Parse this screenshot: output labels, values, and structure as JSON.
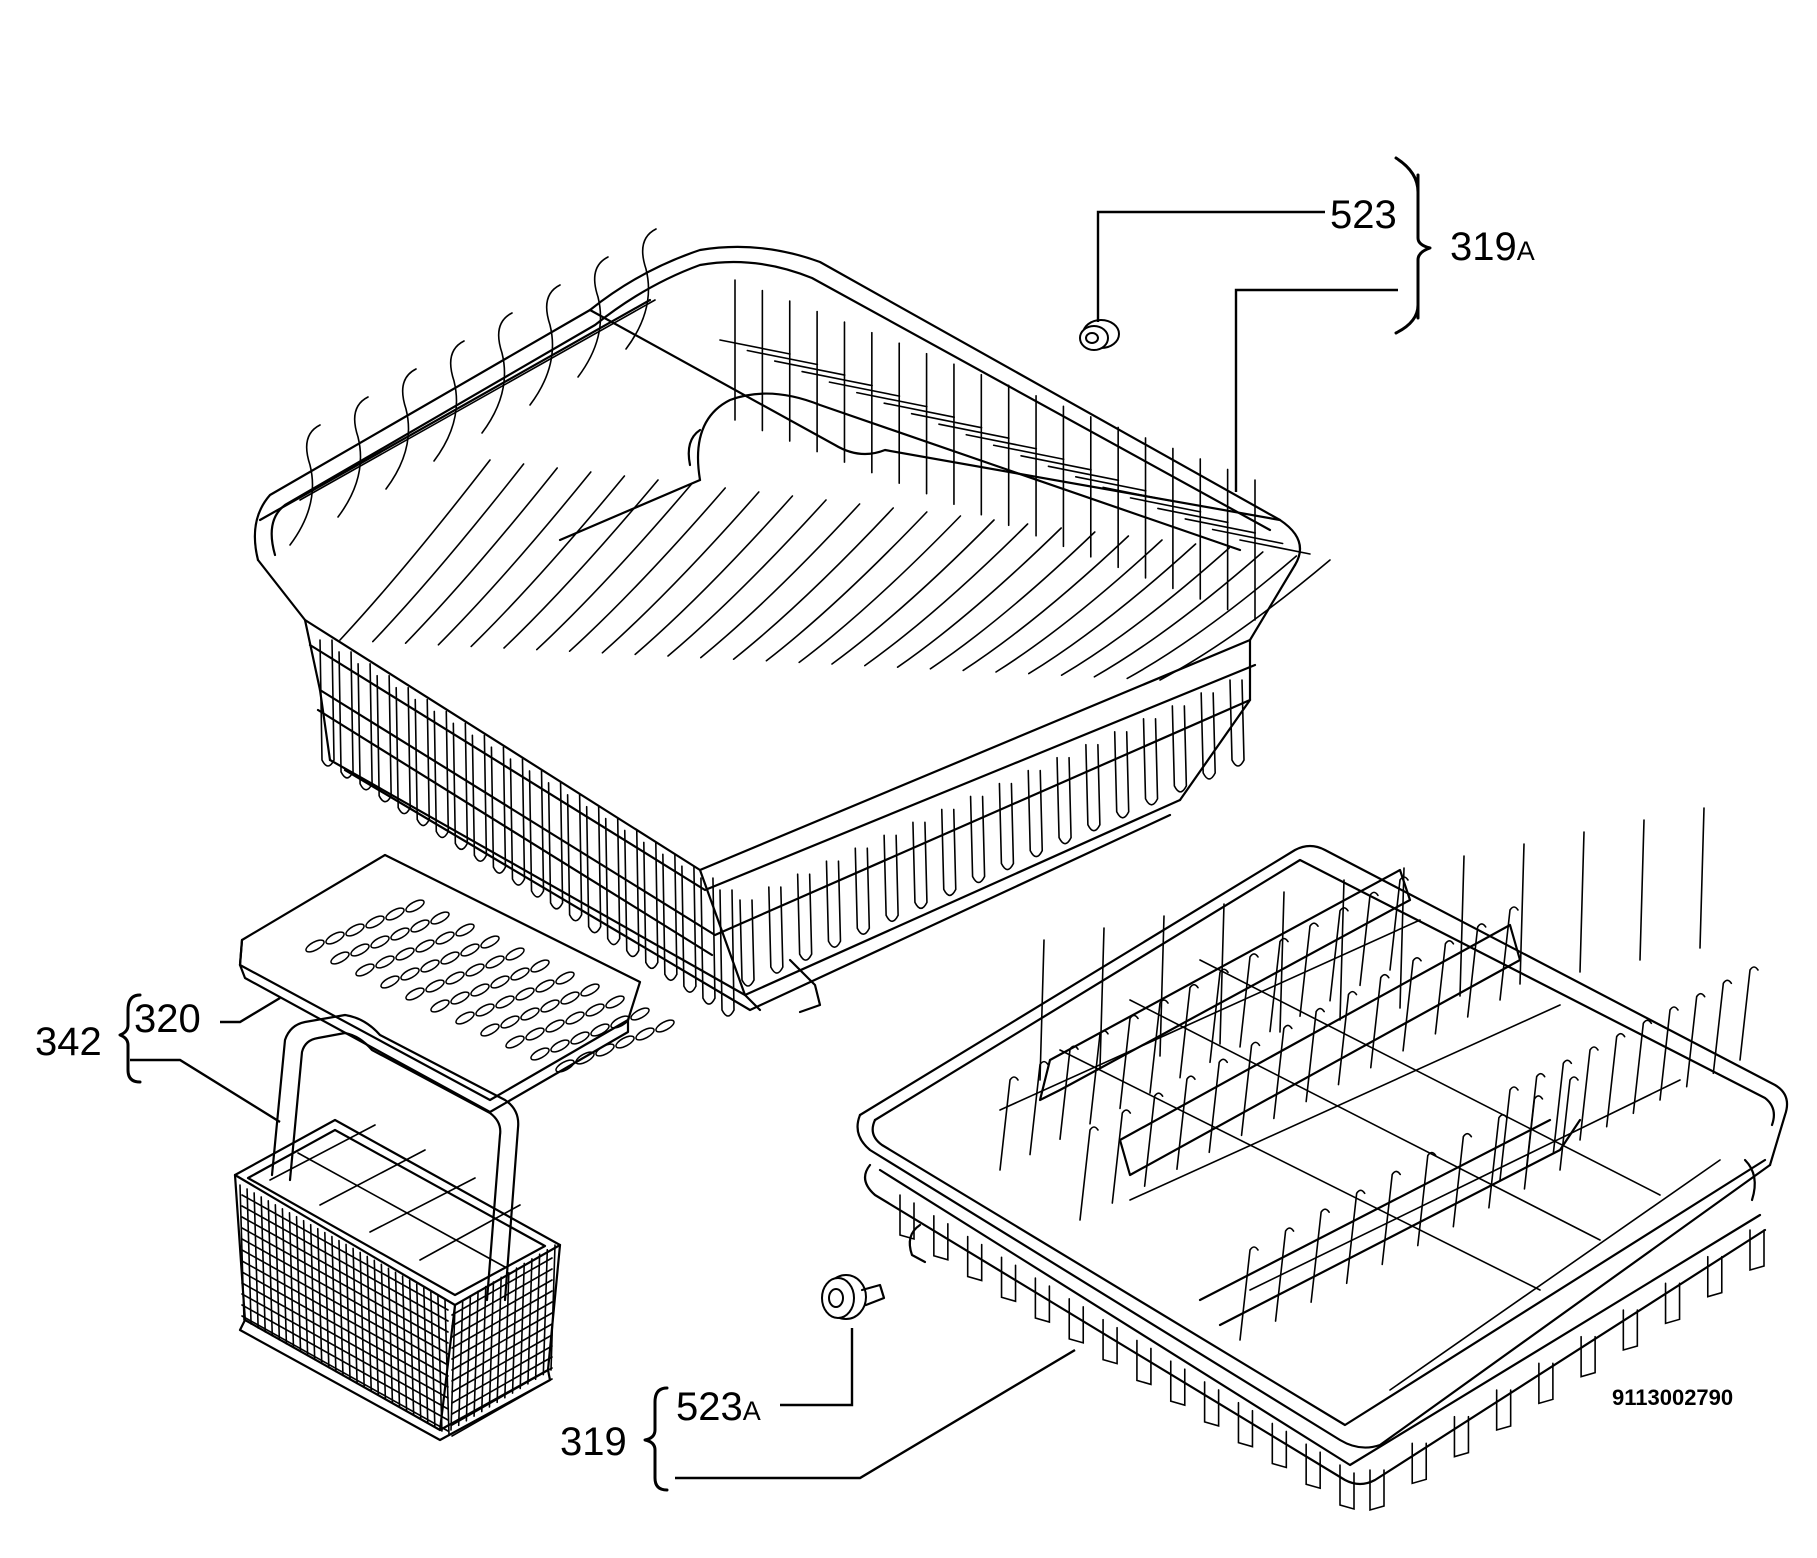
{
  "callouts": {
    "523": "523",
    "319A_num": "319",
    "319A_suffix": "A",
    "342": "342",
    "320": "320",
    "523A_num": "523",
    "523A_suffix": "A",
    "319": "319"
  },
  "drawing_code": "9113002790"
}
